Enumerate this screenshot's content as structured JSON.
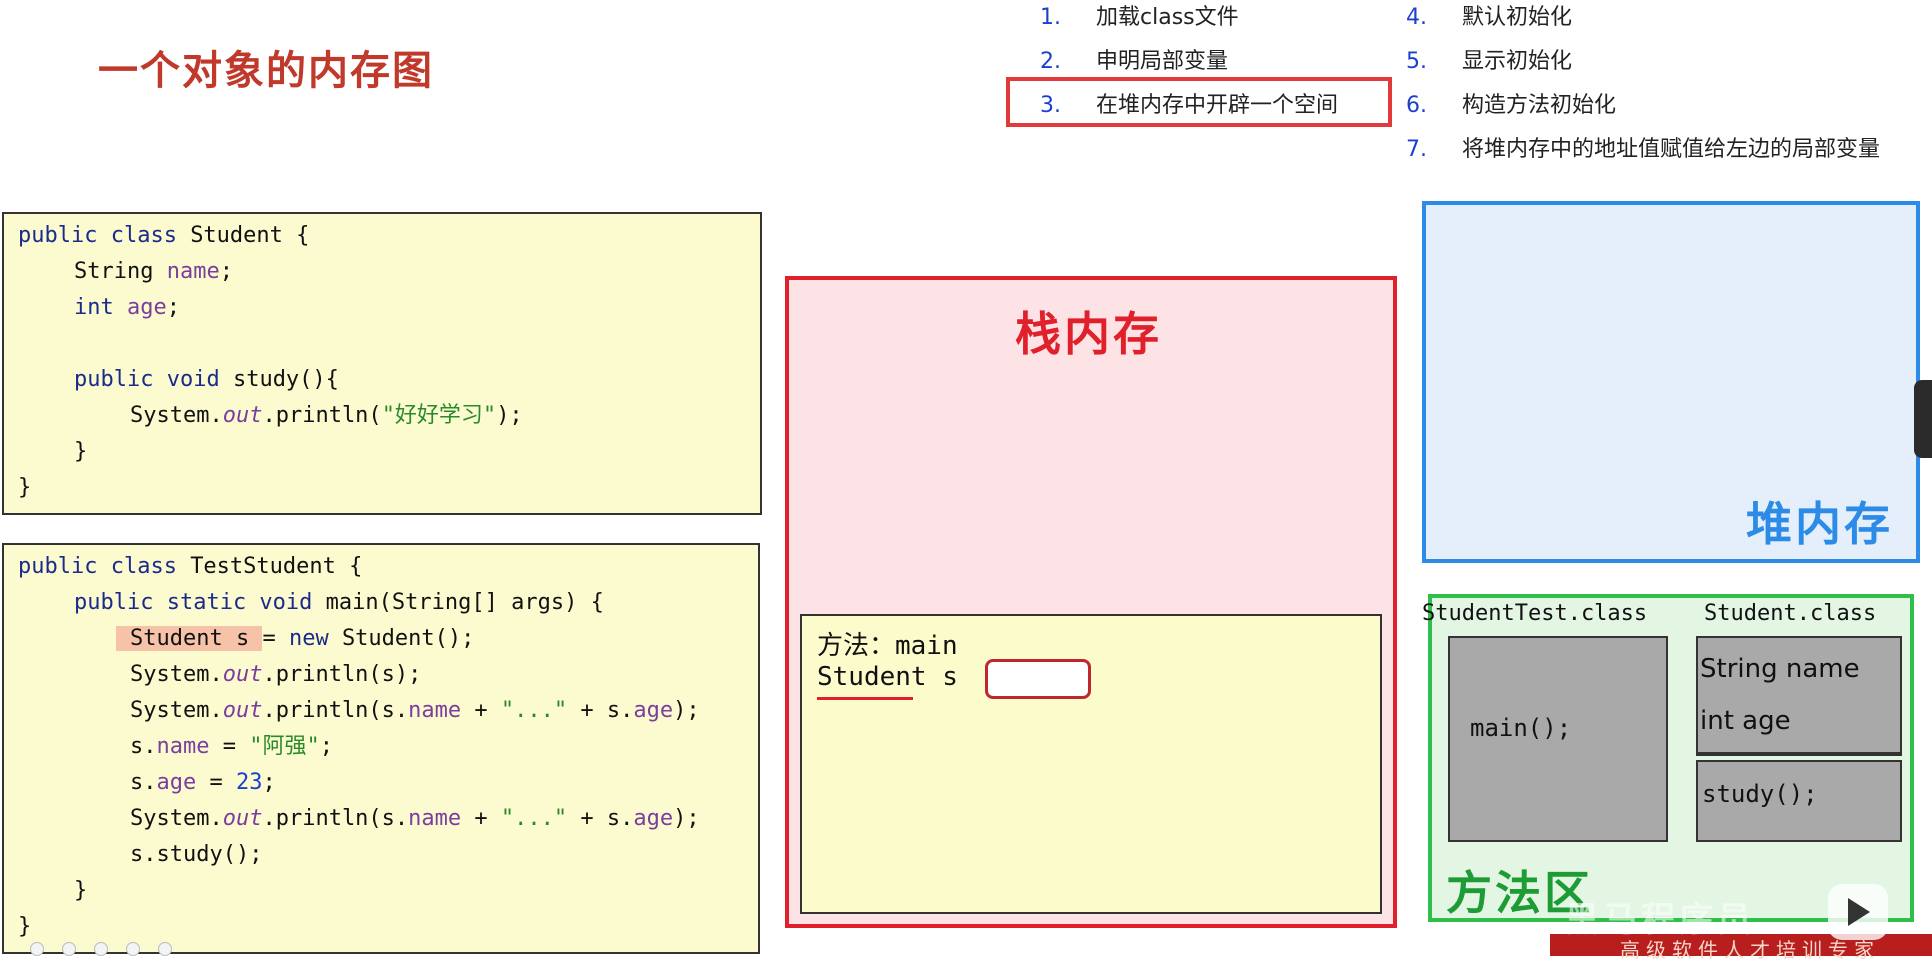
{
  "title": "一个对象的内存图",
  "steps": [
    {
      "num": "1.",
      "text": "加载class文件"
    },
    {
      "num": "2.",
      "text": "申明局部变量"
    },
    {
      "num": "3.",
      "text": "在堆内存中开辟一个空间"
    },
    {
      "num": "4.",
      "text": "默认初始化"
    },
    {
      "num": "5.",
      "text": "显示初始化"
    },
    {
      "num": "6.",
      "text": "构造方法初始化"
    },
    {
      "num": "7.",
      "text": "将堆内存中的地址值赋值给左边的局部变量"
    }
  ],
  "code_student": {
    "l1_kw": "public class ",
    "l1_rest": "Student {",
    "l2_type": "String ",
    "l2_field": "name",
    "l2_end": ";",
    "l3_kw": "int ",
    "l3_field": "age",
    "l3_end": ";",
    "l5_kw": "public void ",
    "l5_rest": "study(){",
    "l6_a": "System.",
    "l6_out": "out",
    "l6_b": ".println(",
    "l6_str": "\"好好学习\"",
    "l6_c": ");",
    "l7": "}",
    "l8": "}"
  },
  "code_test": {
    "l1_kw": "public class ",
    "l1_rest": "TestStudent {",
    "l2_kw": "public static void ",
    "l2_rest": "main(String[] args) {",
    "l3_hl": "Student s ",
    "l3_a": "= ",
    "l3_kw": "new ",
    "l3_rest": "Student();",
    "l4_a": "System.",
    "l4_out": "out",
    "l4_b": ".println(s);",
    "l5_a": "System.",
    "l5_out": "out",
    "l5_b": ".println(s.",
    "l5_f1": "name",
    "l5_c": " + ",
    "l5_str": "\"...\"",
    "l5_d": " + s.",
    "l5_f2": "age",
    "l5_e": ");",
    "l6_a": "s.",
    "l6_f": "name",
    "l6_b": " = ",
    "l6_str": "\"阿强\"",
    "l6_c": ";",
    "l7_a": "s.",
    "l7_f": "age",
    "l7_b": " = ",
    "l7_num": "23",
    "l7_c": ";",
    "l8_a": "System.",
    "l8_out": "out",
    "l8_b": ".println(s.",
    "l8_f1": "name",
    "l8_c": " + ",
    "l8_str": "\"...\"",
    "l8_d": " + s.",
    "l8_f2": "age",
    "l8_e": ");",
    "l9": "s.study();",
    "l10": "}",
    "l11": "}"
  },
  "stack": {
    "title": "栈内存",
    "frame_method": "方法：main",
    "frame_var": "Student s"
  },
  "heap": {
    "title": "堆内存"
  },
  "method_area": {
    "title": "方法区",
    "class1_label": "StudentTest.class",
    "class1_body": "main();",
    "class2_label": "Student.class",
    "class2_field1": "String name",
    "class2_field2": "int age",
    "class2_method": "study();"
  },
  "footer": {
    "watermark": "黑马程序员",
    "tagline": "高级软件人才培训专家"
  },
  "colors": {
    "title": "#c0392b",
    "stack": "#e0212b",
    "heap": "#2b8be6",
    "method_area": "#1d9b35",
    "code_bg": "#fbfbcf"
  }
}
